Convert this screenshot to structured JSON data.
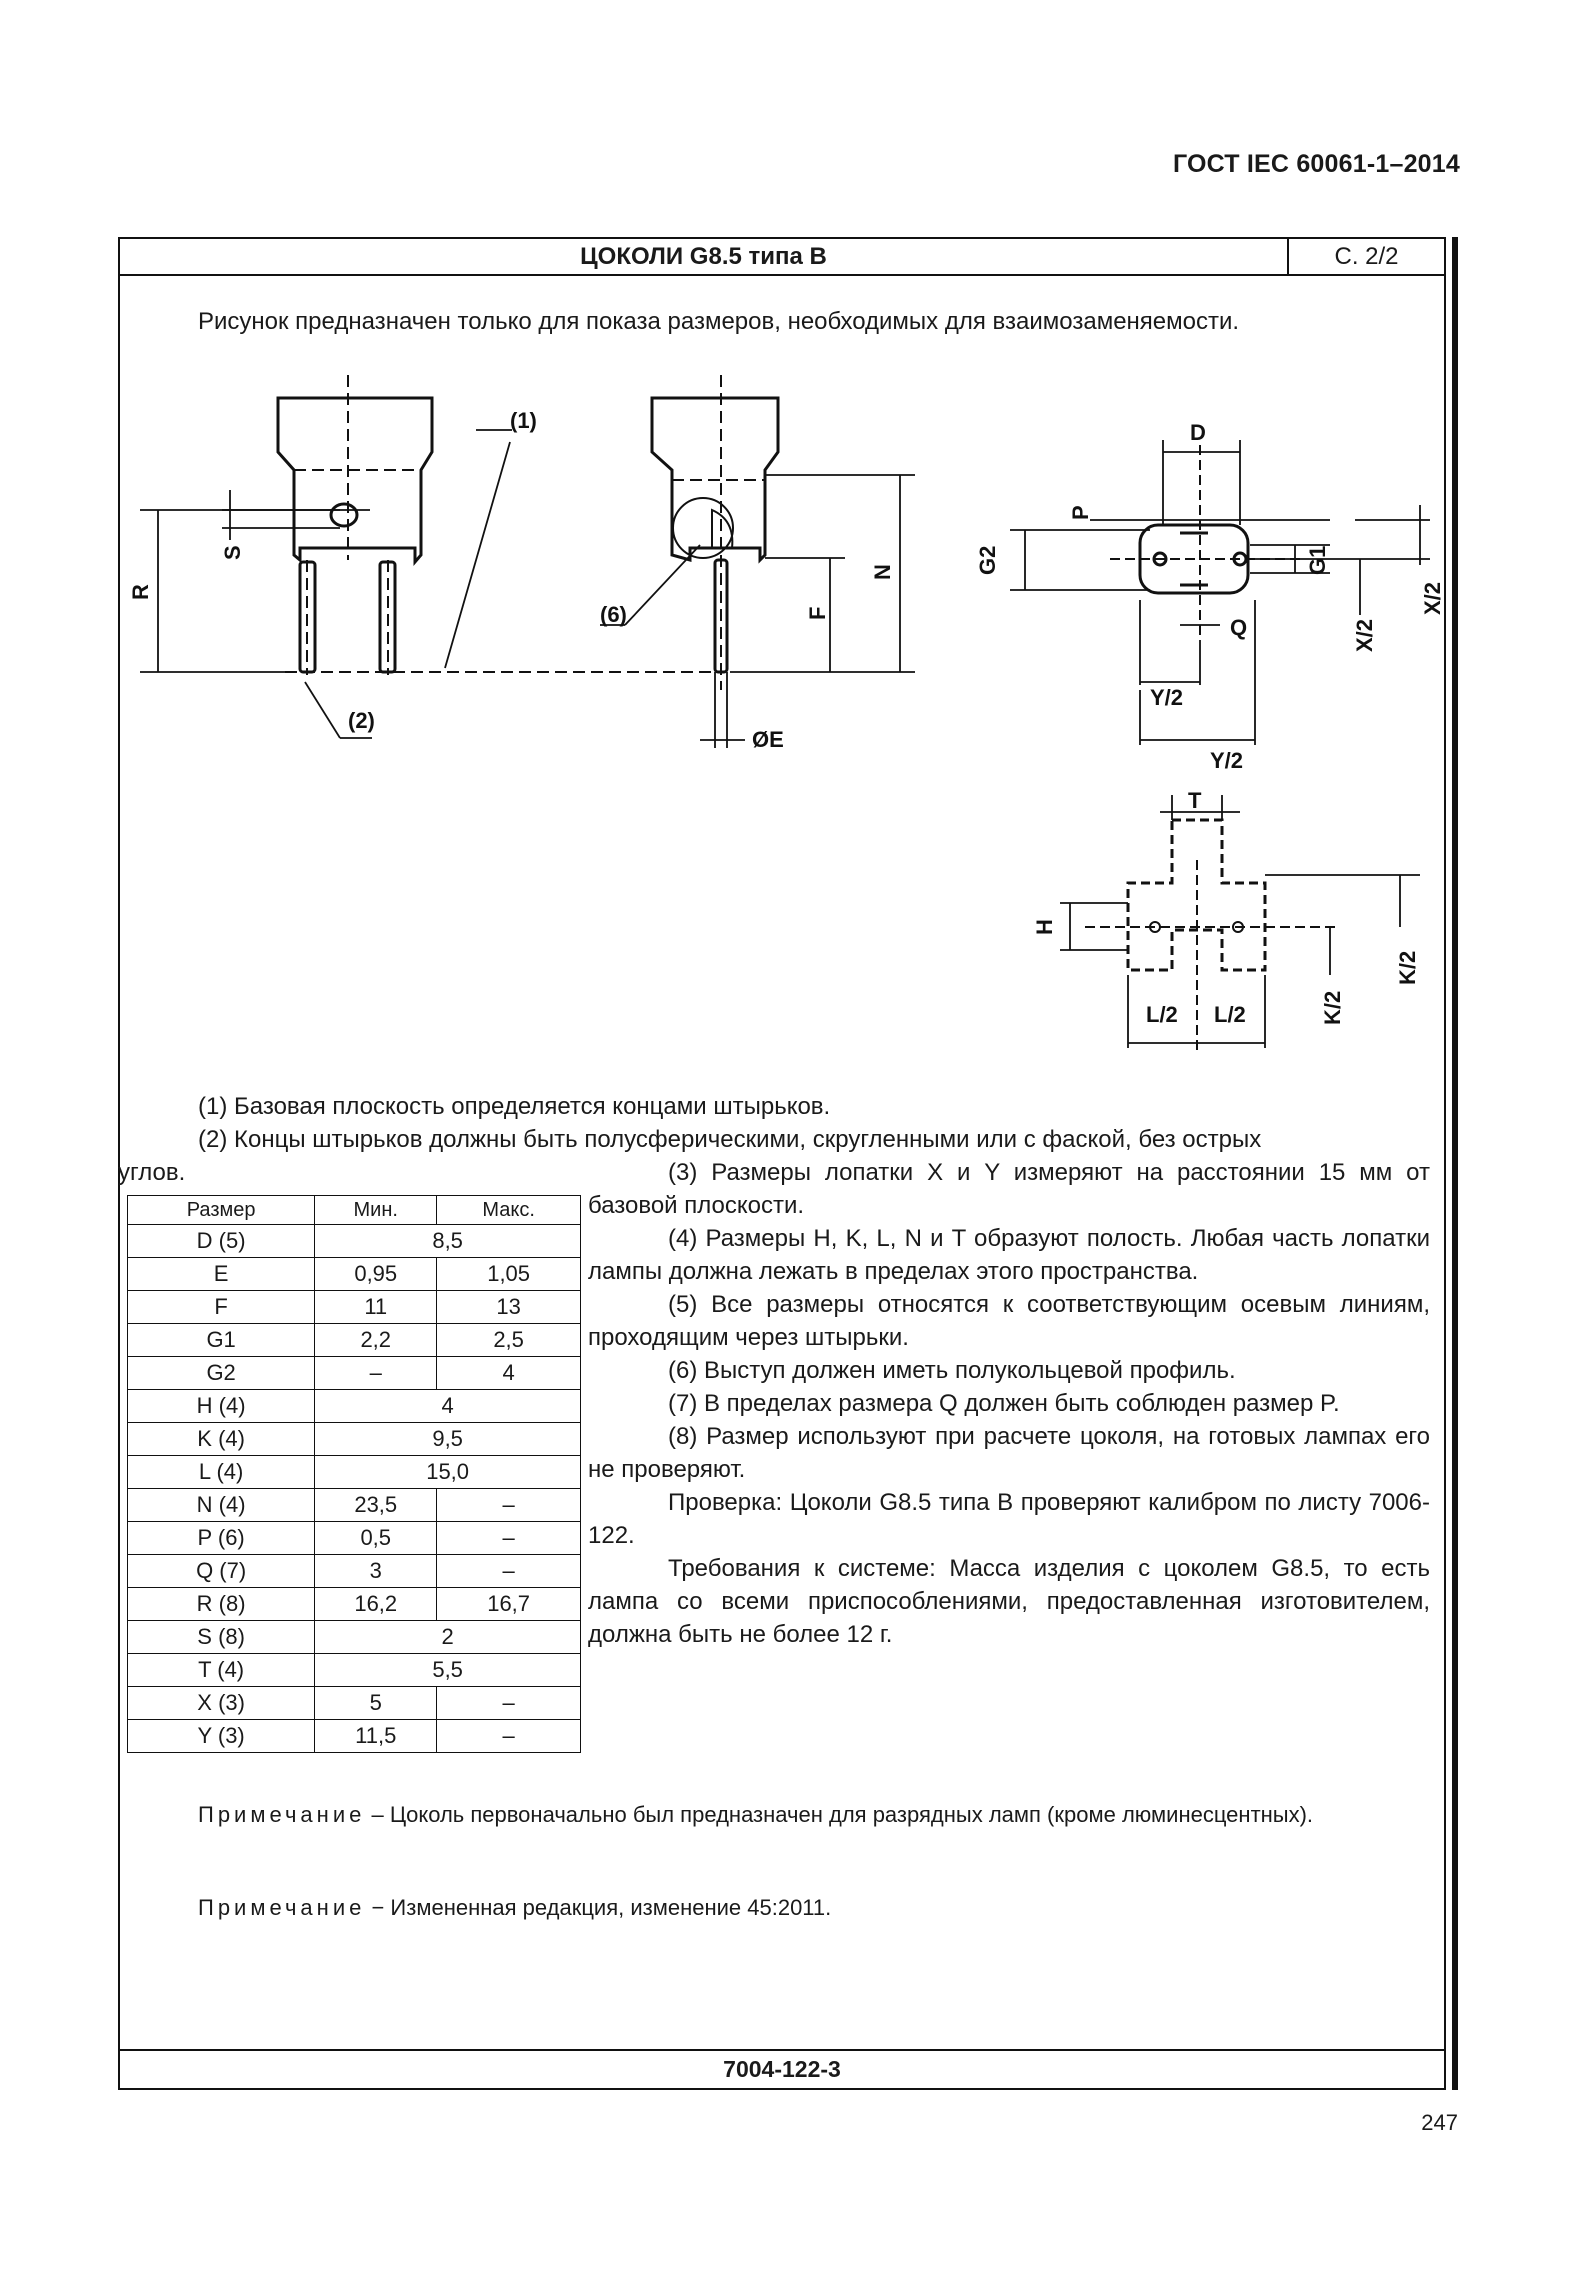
{
  "header": {
    "standard": "ГОСТ IEC 60061-1–2014"
  },
  "title_block": {
    "title": "ЦОКОЛИ G8.5 типа В",
    "sheet": "С. 2/2"
  },
  "caption": "Рисунок предназначен только для показа размеров, необходимых для взаимозаменяемости.",
  "drawing_labels": {
    "note1": "(1)",
    "note2": "(2)",
    "note6": "(6)",
    "R": "R",
    "S": "S",
    "F": "F",
    "N": "N",
    "E": "ØE",
    "D": "D",
    "P": "P",
    "G2": "G2",
    "G1": "G1",
    "Q": "Q",
    "X2a": "X/2",
    "X2b": "X/2",
    "Y2a": "Y/2",
    "Y2b": "Y/2",
    "T": "T",
    "H": "H",
    "K2a": "K/2",
    "K2b": "K/2",
    "L2a": "L/2",
    "L2b": "L/2"
  },
  "notes_top": {
    "n1": "(1) Базовая плоскость определяется концами штырьков.",
    "n2a": "(2) Концы штырьков должны быть полусферическими, скругленными или с фаской, без острых",
    "n2b": "углов."
  },
  "table": {
    "headers": [
      "Размер",
      "Мин.",
      "Макс."
    ],
    "rows": [
      {
        "name": "D (5)",
        "single": "8,5"
      },
      {
        "name": "E",
        "min": "0,95",
        "max": "1,05"
      },
      {
        "name": "F",
        "min": "11",
        "max": "13"
      },
      {
        "name": "G1",
        "min": "2,2",
        "max": "2,5"
      },
      {
        "name": "G2",
        "min": "–",
        "max": "4"
      },
      {
        "name": "H (4)",
        "single": "4"
      },
      {
        "name": "K (4)",
        "single": "9,5"
      },
      {
        "name": "L (4)",
        "single": "15,0"
      },
      {
        "name": "N (4)",
        "min": "23,5",
        "max": "–"
      },
      {
        "name": "P (6)",
        "min": "0,5",
        "max": "–"
      },
      {
        "name": "Q (7)",
        "min": "3",
        "max": "–"
      },
      {
        "name": "R (8)",
        "min": "16,2",
        "max": "16,7"
      },
      {
        "name": "S (8)",
        "single": "2"
      },
      {
        "name": "T (4)",
        "single": "5,5"
      },
      {
        "name": "X (3)",
        "min": "5",
        "max": "–"
      },
      {
        "name": "Y (3)",
        "min": "11,5",
        "max": "–"
      }
    ]
  },
  "notes_right": {
    "n3": "(3) Размеры лопатки X и Y измеряют на расстоянии 15 мм от базовой плоскости.",
    "n4": "(4) Размеры H, K, L, N и T образуют полость. Любая часть лопатки лампы должна лежать в пределах этого пространства.",
    "n5": "(5) Все размеры относятся к соответствующим осевым линиям, проходящим через штырьки.",
    "n6": "(6) Выступ должен иметь полукольцевой профиль.",
    "n7": "(7) В пределах размера Q должен быть соблюден размер P.",
    "n8": "(8) Размер используют при расчете цоколя, на готовых лампах его не проверяют.",
    "check": "Проверка: Цоколи G8.5 типа В проверяют калибром по листу 7006-122.",
    "system": "Требования к системе: Масса изделия с цоколем G8.5, то есть лампа со всеми приспособлениями, предоставленная изготовителем, должна быть не более 12 г."
  },
  "remarks": {
    "r1_lead": "Примечание",
    "r1_text": "– Цоколь первоначально был предназначен для разрядных ламп (кроме люминесцентных).",
    "r2_lead": "Примечание",
    "r2_text": "− Измененная редакция, изменение 45:2011."
  },
  "footer": {
    "sheet_code": "7004-122-3",
    "page_number": "247"
  }
}
